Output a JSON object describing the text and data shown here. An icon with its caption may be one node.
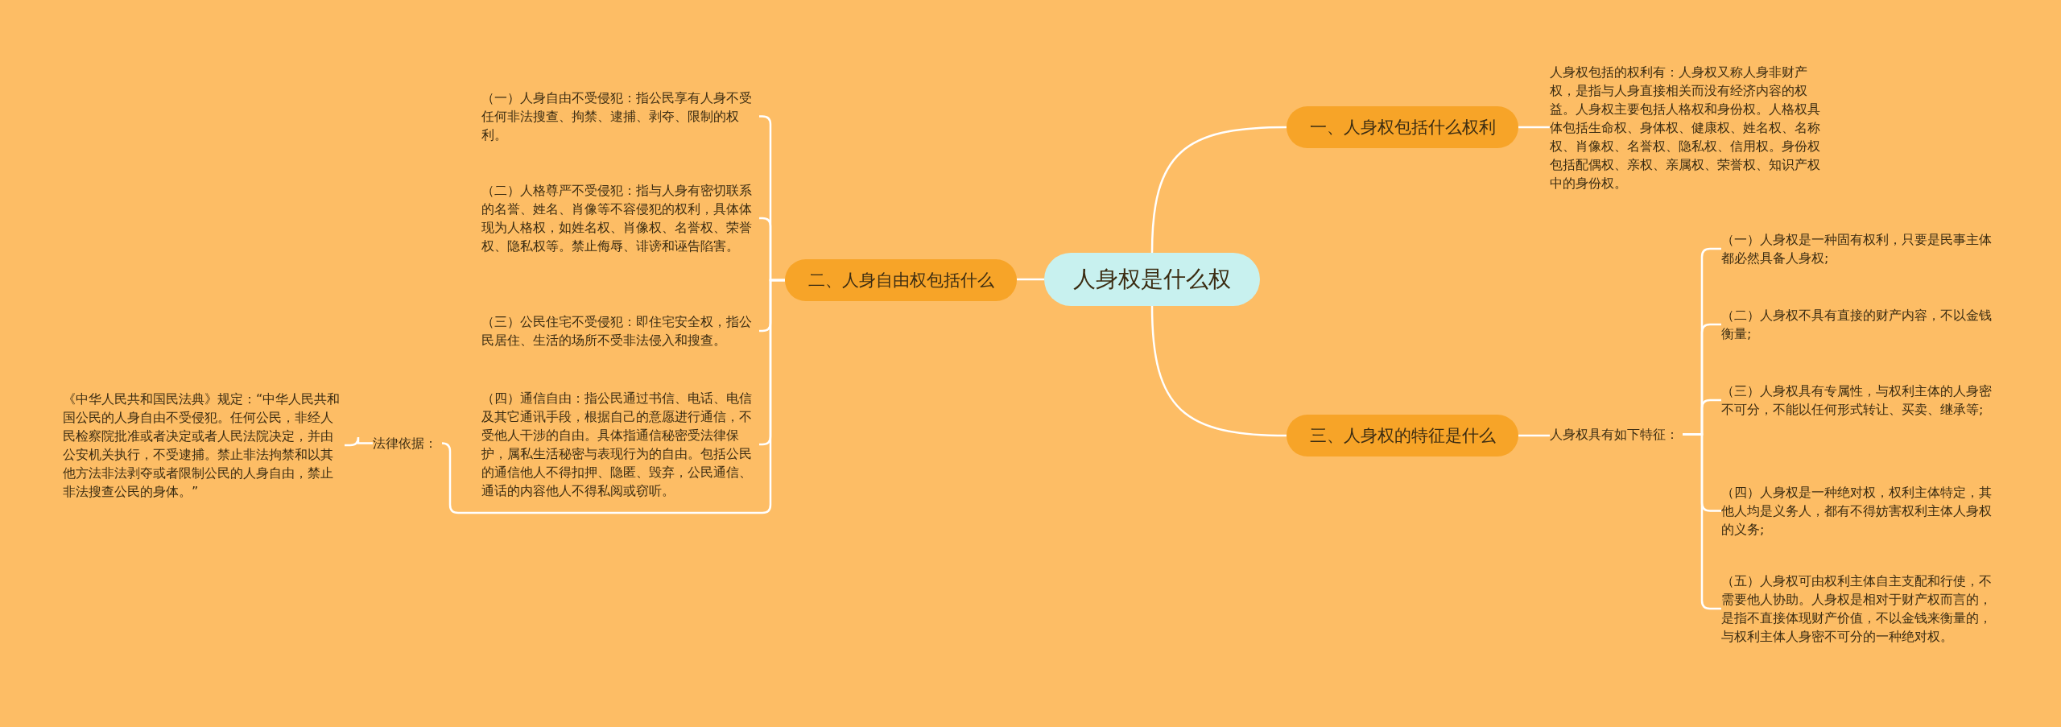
{
  "diagram": {
    "nodes": [
      {
        "text": [
          "人身权是什么权"
        ]
      },
      {
        "text": [
          "一、人身权包括什么权利"
        ]
      },
      {
        "text": [
          "人身权包括的权利有：人身权又称人身非财产权，是指与人身直接相关而没有经济内容的权益。人身权主要包括人格权和身份权。人格权具体包括生命权、身体权、健康权、姓名权、名称权、肖像权、名誉权、隐私权、信用权。身份权包括配偶权、亲权、亲属权、荣誉权、知识产权中的身份权。"
        ]
      },
      {
        "text": [
          "二、人身自由权包括什么"
        ]
      },
      {
        "text": [
          "（一）人身自由不受侵犯：指公民享有人身不受任何非法搜查、拘禁、逮捕、剥夺、限制的权利。"
        ]
      },
      {
        "text": [
          "（二）人格尊严不受侵犯：指与人身有密切联系的名誉、姓名、肖像等不容侵犯的权利，具体体现为人格权，如姓名权、肖像权、名誉权、荣誉权、隐私权等。禁止侮辱、诽谤和诬告陷害。"
        ]
      },
      {
        "text": [
          "（三）公民住宅不受侵犯：即住宅安全权，指公民居住、生活的场所不受非法侵入和搜查。"
        ]
      },
      {
        "text": [
          "（四）通信自由：指公民通过书信、电话、电信及其它通讯手段，根据自己的意愿进行通信，不受他人干涉的自由。具体指通信秘密受法律保护，属私生活秘密与表现行为的自由。包括公民的通信他人不得扣押、隐匿、毁弃，公民通信、通话的内容他人不得私阅或窃听。"
        ]
      },
      {
        "text": [
          "法律依据："
        ]
      },
      {
        "text": [
          "《中华人民共和国民法典》规定：“中华人民共和国公民的人身自由不受侵犯。任何公民，非经人民检察院批准或者决定或者人民法院决定，并由公安机关执行，不受逮捕。禁止非法拘禁和以其他方法非法剥夺或者限制公民的人身自由，禁止非法搜查公民的身体。”"
        ]
      },
      {
        "text": [
          "三、人身权的特征是什么"
        ]
      },
      {
        "text": [
          "人身权具有如下特征："
        ]
      },
      {
        "text": [
          "（一）人身权是一种固有权利，只要是民事主体都必然具备人身权;"
        ]
      },
      {
        "text": [
          "（二）人身权不具有直接的财产内容，不以金钱衡量;"
        ]
      },
      {
        "text": [
          "（三）人身权具有专属性，与权利主体的人身密不可分，不能以任何形式转让、买卖、继承等;"
        ]
      },
      {
        "text": [
          "（四）人身权是一种绝对权，权利主体特定，其他人均是义务人，都有不得妨害权利主体人身权的义务;"
        ]
      },
      {
        "text": [
          "（五）人身权可由权利主体自主支配和行使，不需要他人协助。人身权是相对于财产权而言的，是指不直接体现财产价值，不以金钱来衡量的，与权利主体人身密不可分的一种绝对权。"
        ]
      }
    ],
    "edges": [
      {
        "from": 0,
        "to": 1,
        "arrow": "none"
      },
      {
        "from": 1,
        "to": 2,
        "arrow": "none"
      },
      {
        "from": 0,
        "to": 3,
        "arrow": "none"
      },
      {
        "from": 3,
        "to": 4,
        "arrow": "none"
      },
      {
        "from": 3,
        "to": 5,
        "arrow": "none"
      },
      {
        "from": 3,
        "to": 6,
        "arrow": "none"
      },
      {
        "from": 3,
        "to": 7,
        "arrow": "none"
      },
      {
        "from": 3,
        "to": 8,
        "arrow": "none"
      },
      {
        "from": 8,
        "to": 9,
        "arrow": "none"
      },
      {
        "from": 0,
        "to": 10,
        "arrow": "none"
      },
      {
        "from": 10,
        "to": 11,
        "arrow": "none"
      },
      {
        "from": 11,
        "to": 12,
        "arrow": "none"
      },
      {
        "from": 11,
        "to": 13,
        "arrow": "none"
      },
      {
        "from": 11,
        "to": 14,
        "arrow": "none"
      },
      {
        "from": 11,
        "to": 15,
        "arrow": "none"
      },
      {
        "from": 11,
        "to": 16,
        "arrow": "none"
      }
    ]
  }
}
